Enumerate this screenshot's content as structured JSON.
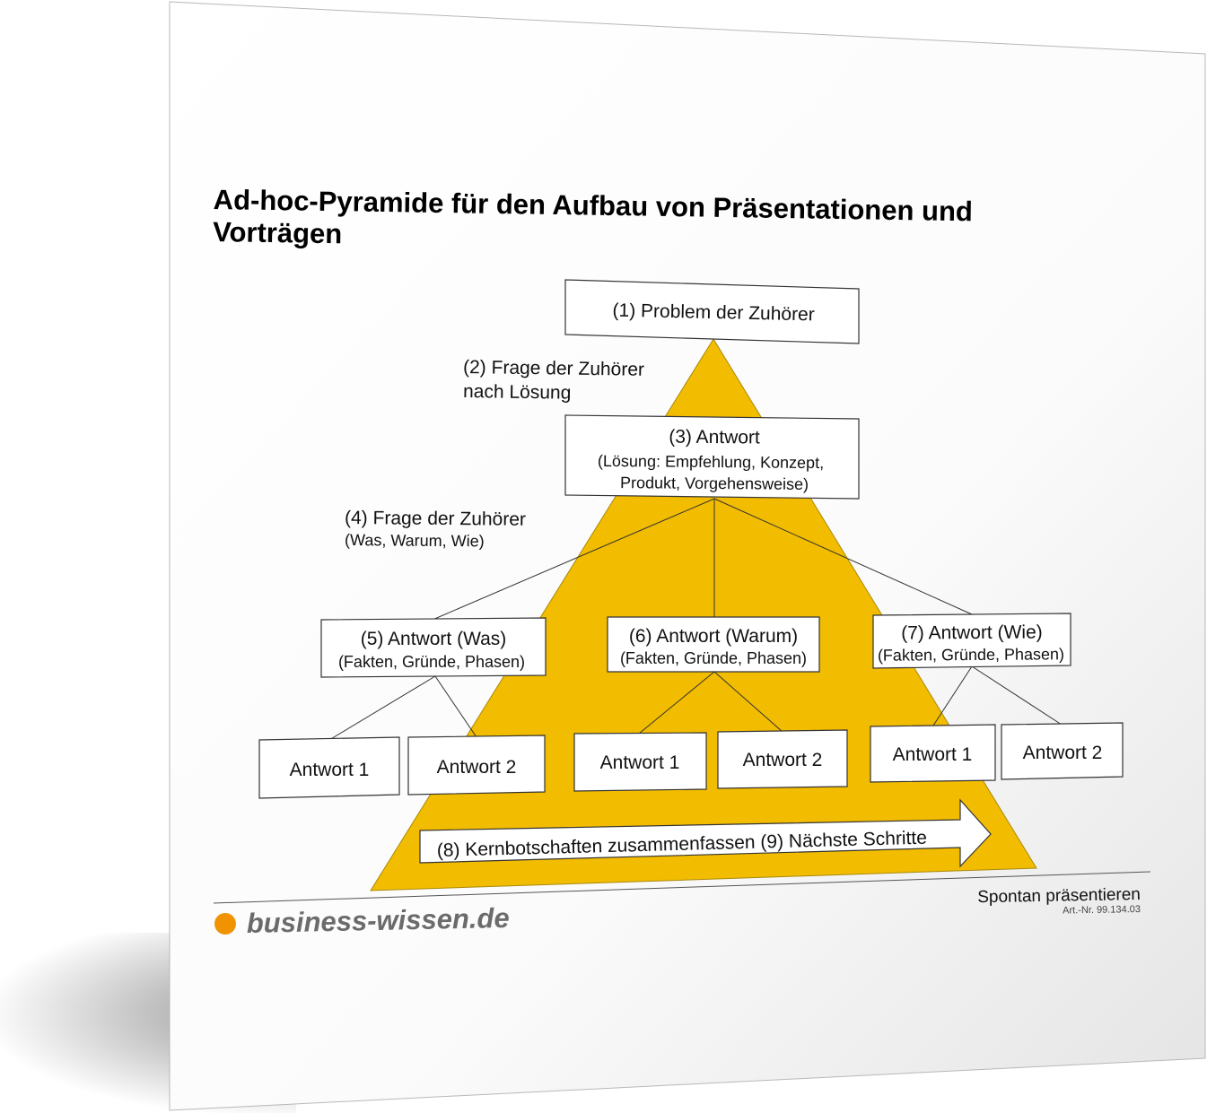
{
  "title": "Ad-hoc-Pyramide für den Aufbau von Präsentationen und Vorträgen",
  "colors": {
    "pyramid_fill": "#f2bc00",
    "box_border": "#333333",
    "brand_dot": "#ef9400",
    "brand_text": "#6b6b6b"
  },
  "nodes": {
    "problem": "(1) Problem der Zuhörer",
    "q2_line1": "(2) Frage der Zuhörer",
    "q2_line2": "nach Lösung",
    "answer3_line1": "(3) Antwort",
    "answer3_line2": "(Lösung: Empfehlung, Konzept,",
    "answer3_line3": "Produkt, Vorgehensweise)",
    "q4_line1": "(4) Frage der Zuhörer",
    "q4_line2": "(Was, Warum, Wie)",
    "was_line1": "(5) Antwort (Was)",
    "was_line2": "(Fakten, Gründe, Phasen)",
    "warum_line1": "(6) Antwort (Warum)",
    "warum_line2": "(Fakten, Gründe, Phasen)",
    "wie_line1": "(7) Antwort (Wie)",
    "wie_line2": "(Fakten, Gründe, Phasen)",
    "a1": "Antwort 1",
    "a2": "Antwort 2",
    "arrow": "(8) Kernbotschaften zusammenfassen (9) Nächste Schritte"
  },
  "footer": {
    "brand": "business-wissen.de",
    "product": "Spontan präsentieren",
    "article_no": "Art.-Nr. 99.134.03"
  }
}
